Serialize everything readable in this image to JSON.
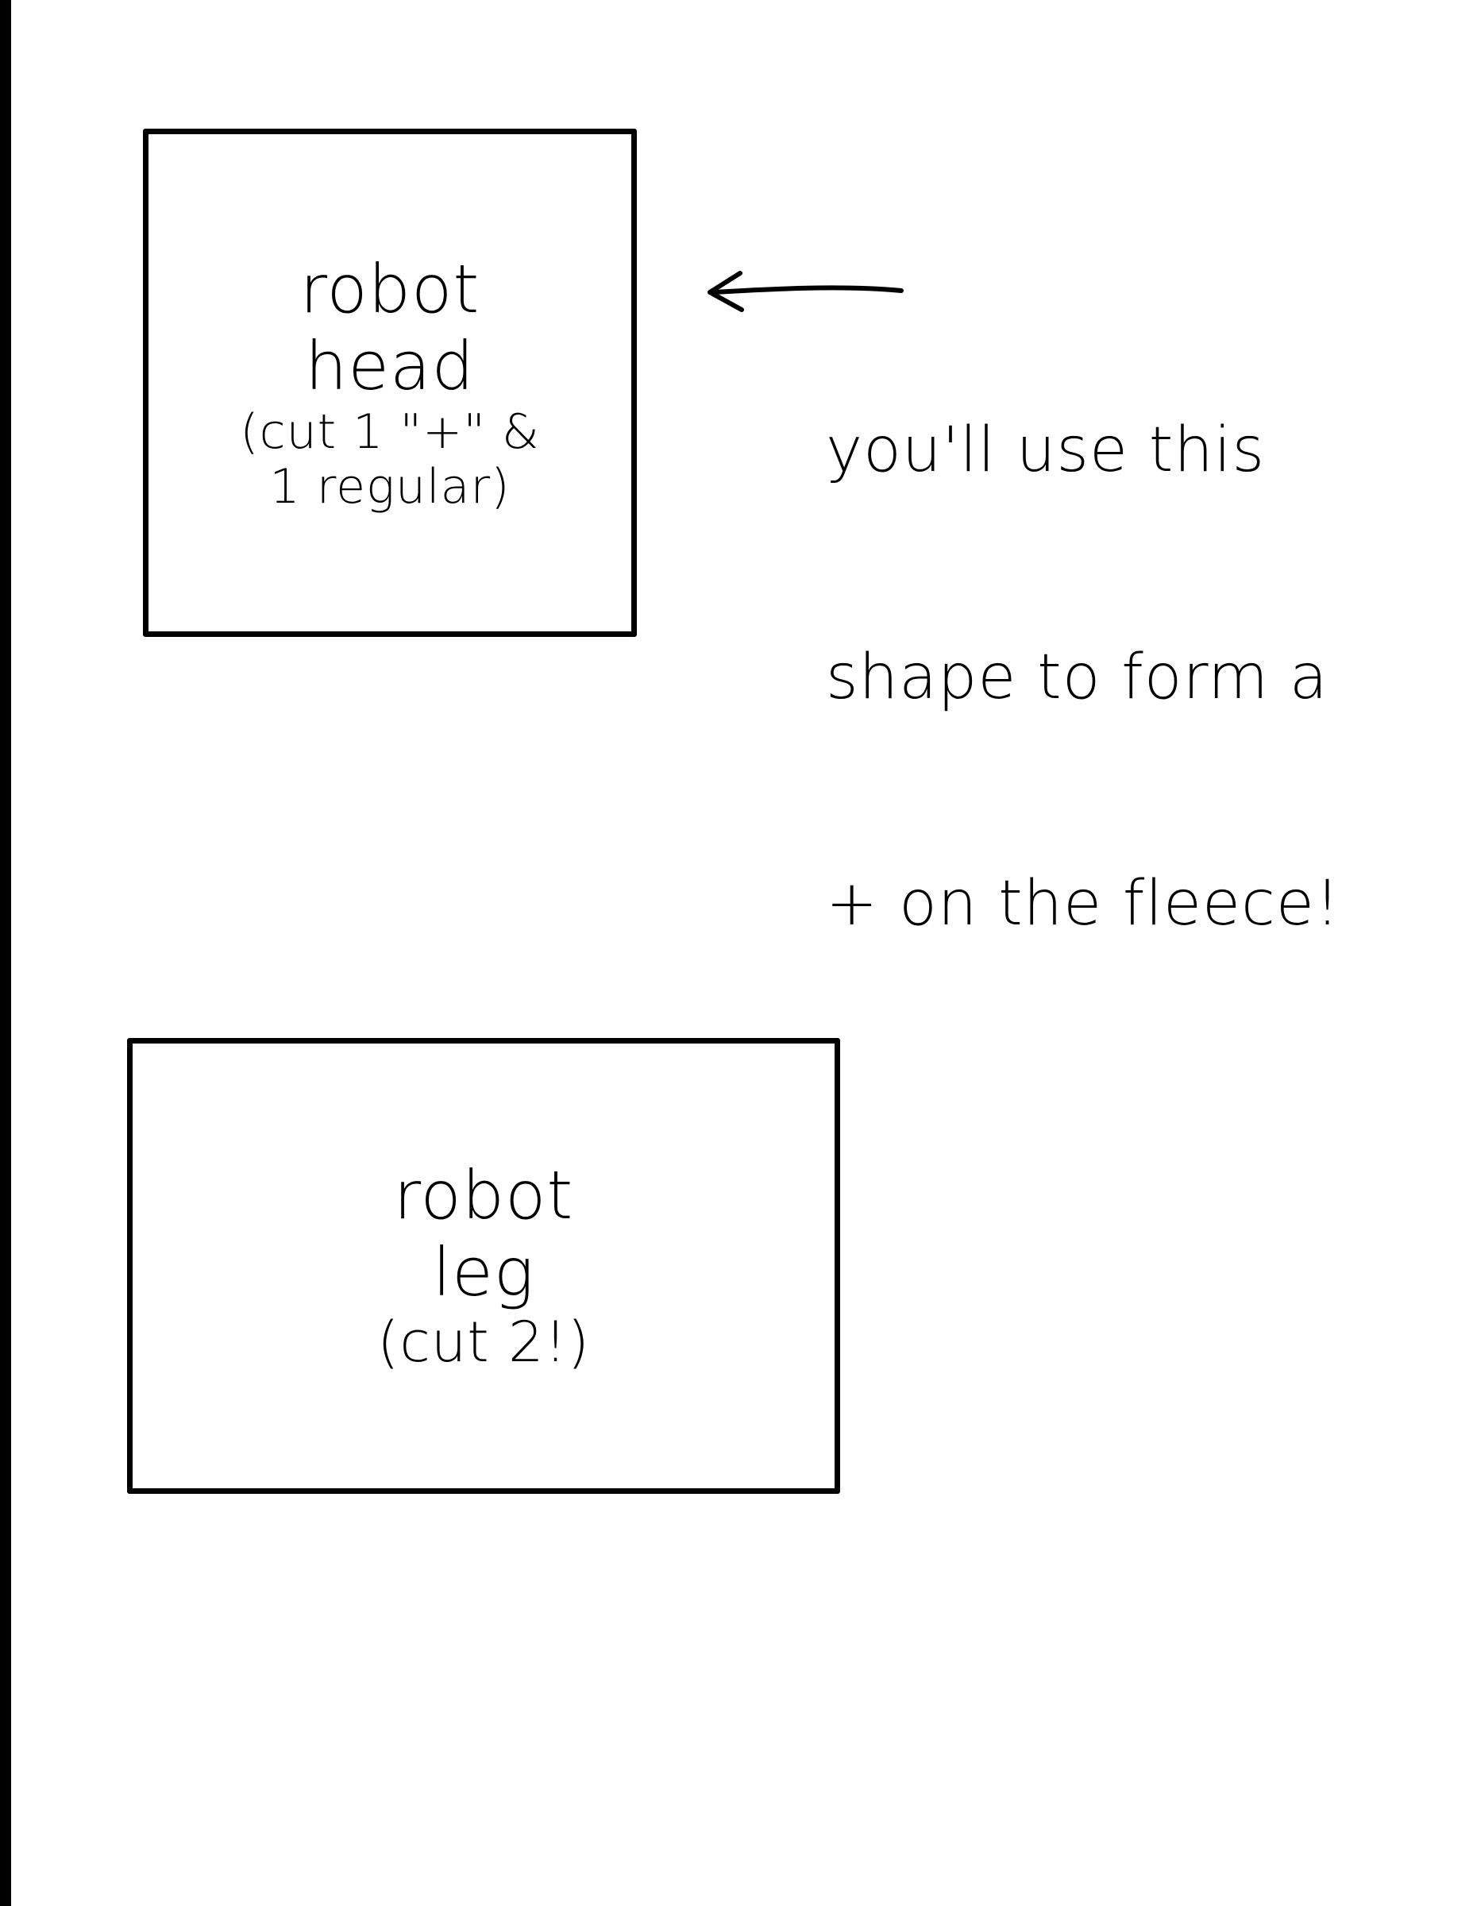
{
  "page": {
    "background_color": "#ffffff",
    "ink_color": "#000000"
  },
  "head_piece": {
    "line1": "robot",
    "line2": "head",
    "line3": "(cut 1 \"+\" &",
    "line4": "1 regular)"
  },
  "leg_piece": {
    "line1": "robot",
    "line2": "leg",
    "line3": "(cut 2!)"
  },
  "note": {
    "line1": "you'll use this",
    "line2": "shape to form a",
    "line3": "+ on the fleece!"
  },
  "icons": {
    "arrow": "left-arrow-icon"
  }
}
